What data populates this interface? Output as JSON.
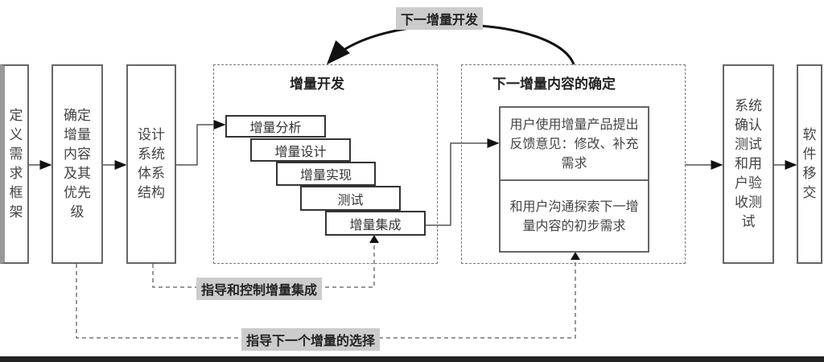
{
  "stages": {
    "define": "定义需求框架",
    "prioritize": "确定增量内容及其优先级",
    "architecture": "设计系统体系结构",
    "system_test": "系统确认测试和用户验收测试",
    "handover": "软件移交"
  },
  "increment_dev": {
    "title": "增量开发",
    "steps": [
      "增量分析",
      "增量设计",
      "增量实现",
      "测试",
      "增量集成"
    ]
  },
  "next_increment": {
    "title": "下一增量内容的确定",
    "feedback": "用户使用增量产品提出反馈意见：修改、补充需求",
    "explore": "和用户沟通探索下一增量内容的初步需求"
  },
  "labels": {
    "loop": "下一增量开发",
    "guide_integration": "指导和控制增量集成",
    "guide_selection": "指导下一个增量的选择"
  }
}
